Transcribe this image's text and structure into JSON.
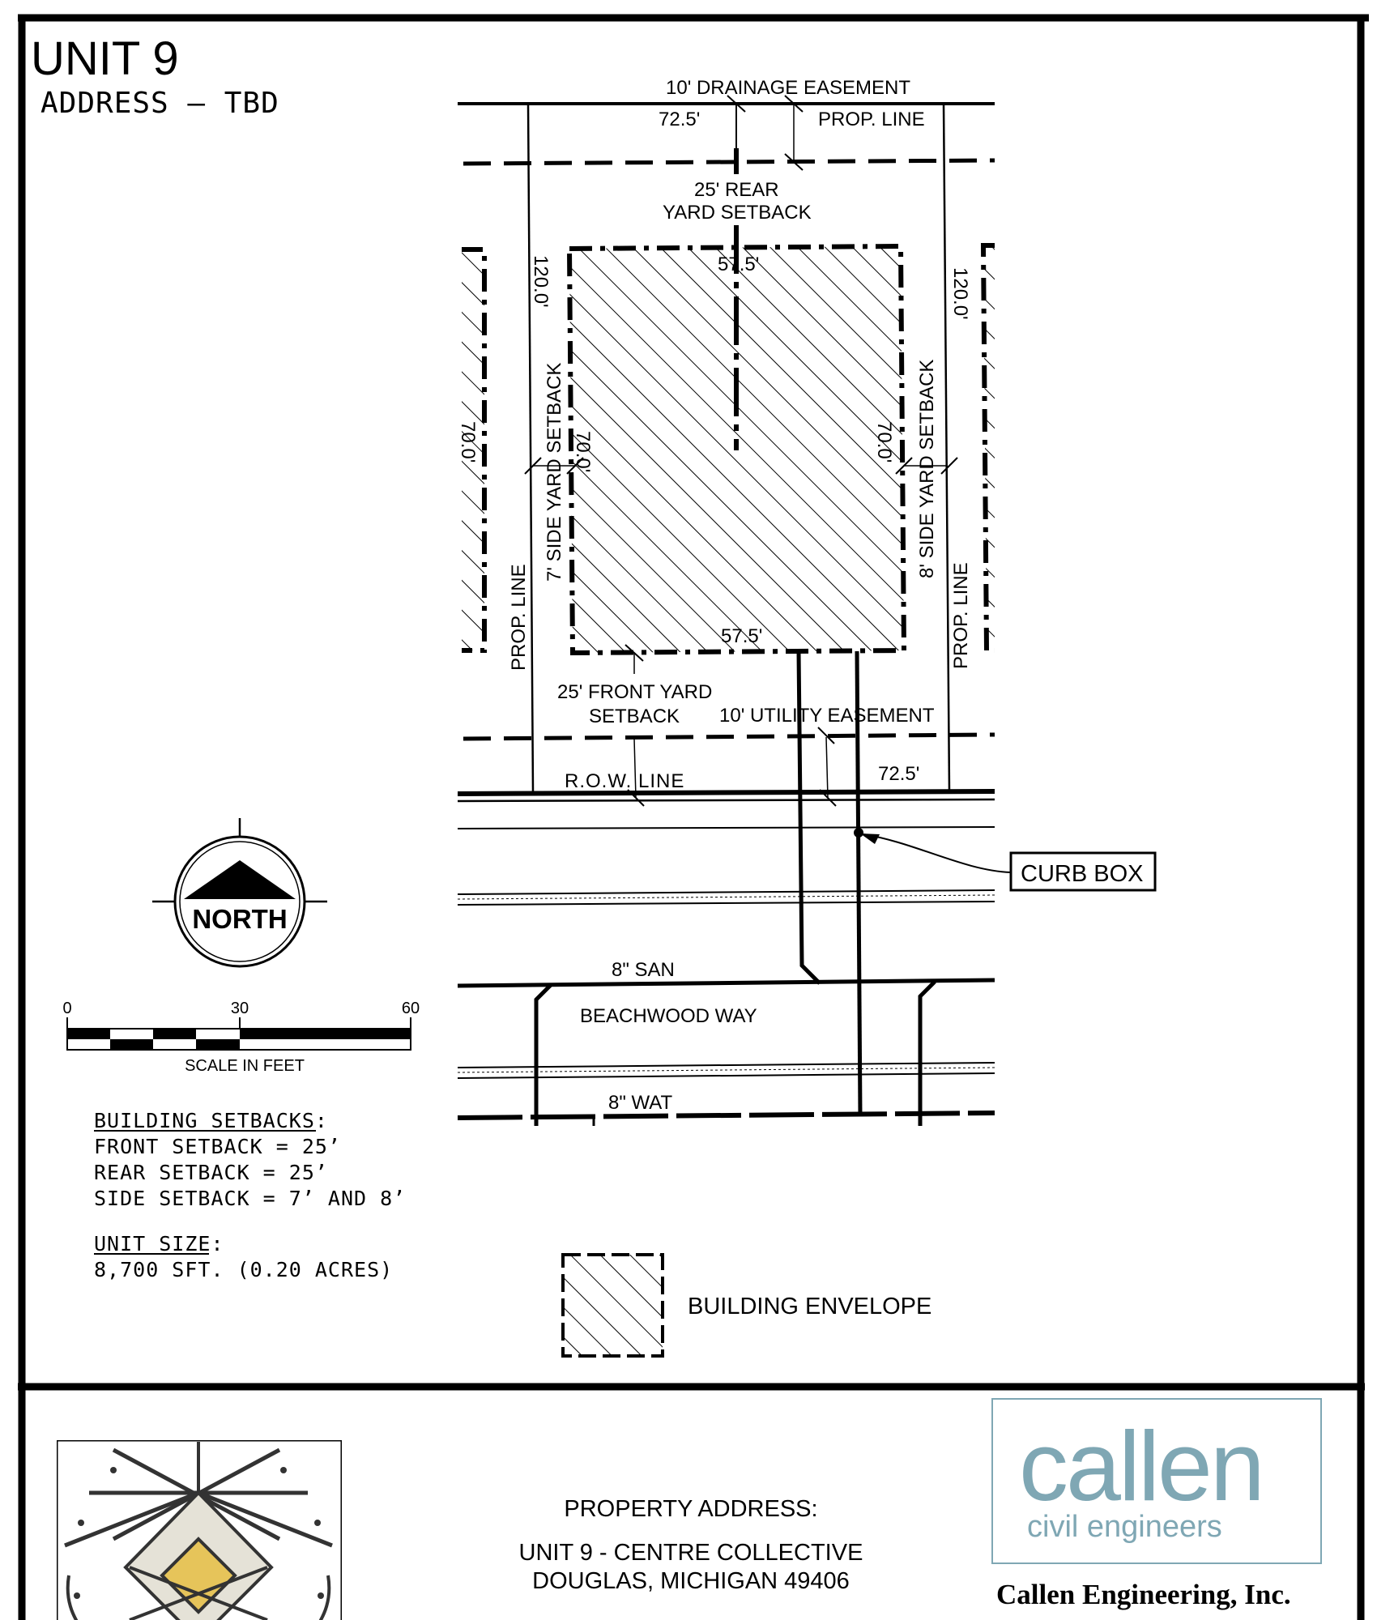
{
  "header": {
    "unit_title": "UNIT 9",
    "address_line": "ADDRESS — TBD"
  },
  "plan": {
    "drainage_easement": "10' DRAINAGE EASEMENT",
    "rear_frontage": "72.5'",
    "prop_line_top": "PROP.  LINE",
    "rear_setback_line1": "25' REAR",
    "rear_setback_line2": "YARD SETBACK",
    "lot_depth_left": "120.0'",
    "lot_depth_right": "120.0'",
    "envelope_top_width": "57.5'",
    "envelope_bottom_width": "57.5'",
    "envelope_depth_left": "70.0'",
    "envelope_depth_right": "70.0'",
    "neighbor_depth_left": "70.0'",
    "side_setback_left": "7' SIDE YARD SETBACK",
    "side_setback_right": "8' SIDE YARD SETBACK",
    "prop_line_left": "PROP.  LINE",
    "prop_line_right": "PROP.  LINE",
    "front_setback_line1": "25' FRONT YARD",
    "front_setback_line2": "SETBACK",
    "utility_easement": "10' UTILITY EASEMENT",
    "row_line": "R.O.W. LINE",
    "front_frontage": "72.5'",
    "curb_box": "CURB BOX",
    "sanitary": "8\" SAN",
    "street_name": "BEACHWOOD WAY",
    "water": "8\" WAT"
  },
  "north_arrow": {
    "label": "NORTH"
  },
  "scale_bar": {
    "ticks": [
      "0",
      "30",
      "60"
    ],
    "caption": "SCALE  IN  FEET"
  },
  "notes": {
    "setbacks_title": "BUILDING  SETBACKS:",
    "front": "FRONT  SETBACK  =  25’",
    "rear": "REAR  SETBACK  =  25’",
    "side": "SIDE  SETBACK  =  7’  AND  8’",
    "unit_size_title": "UNIT  SIZE:",
    "unit_size_value": "8,700  SFT.  (0.20  ACRES)"
  },
  "legend": {
    "building_envelope": "BUILDING ENVELOPE"
  },
  "title_block": {
    "property_address_label": "PROPERTY ADDRESS:",
    "address_line1": "UNIT 9 - CENTRE COLLECTIVE",
    "address_line2": "DOUGLAS, MICHIGAN 49406",
    "engineer_logo_word": "callen",
    "engineer_logo_sub": "civil engineers",
    "engineer_name": "Callen Engineering, Inc."
  },
  "colors": {
    "ink": "#000000",
    "logo_teal": "#7fa7b4",
    "logo_gold": "#e6c45a",
    "logo_beige": "#e5e2d7",
    "logo_dark": "#333333"
  }
}
